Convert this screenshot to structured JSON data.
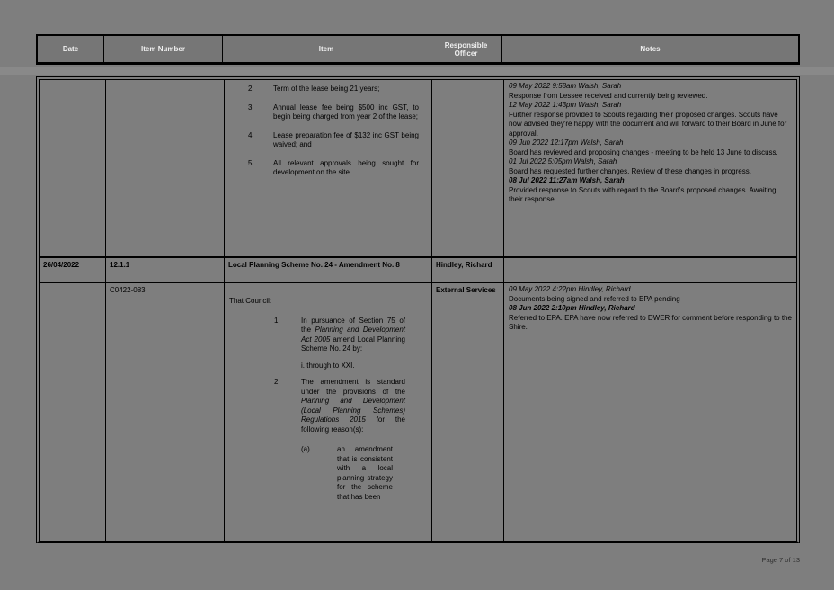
{
  "header": {
    "columns": [
      "Date",
      "Item Number",
      "Item",
      "Responsible Officer",
      "Notes"
    ]
  },
  "row1": {
    "item_points": [
      {
        "num": "2.",
        "text": "Term of the lease being 21 years;"
      },
      {
        "num": "3.",
        "text": "Annual lease fee being $500 inc GST, to begin being charged from year 2 of the lease;"
      },
      {
        "num": "4.",
        "text": "Lease preparation fee of $132 inc GST being waived; and"
      },
      {
        "num": "5.",
        "text": "All relevant approvals being sought for development on the site."
      }
    ],
    "notes": [
      {
        "ts": "09 May 2022 9:58am Walsh, Sarah",
        "text": "Response from Lessee received and currently being reviewed."
      },
      {
        "ts": "12 May 2022 1:43pm Walsh, Sarah",
        "text": "Further response provided to Scouts regarding their proposed changes. Scouts have now advised they're happy with the document and will forward to their Board in June for approval."
      },
      {
        "ts": "09 Jun 2022 12:17pm Walsh, Sarah",
        "text": "Board has reviewed and proposing changes - meeting to be held 13 June to discuss."
      },
      {
        "ts": "01 Jul 2022 5:05pm Walsh, Sarah",
        "text": "Board has requested further changes. Review of these changes in progress."
      },
      {
        "ts": "08 Jul 2022 11:27am Walsh, Sarah",
        "text": "Provided response to Scouts with regard to the Board's proposed changes. Awaiting their response."
      }
    ]
  },
  "row2": {
    "date": "26/04/2022",
    "item_number": "12.1.1",
    "title": "Local Planning Scheme No. 24 - Amendment No. 8",
    "officer": "Hindley, Richard"
  },
  "row3": {
    "item_number": "C0422-083",
    "intro": "That Council:",
    "point1": {
      "num": "1.",
      "pre": "In pursuance of Section 75 of the ",
      "em": "Planning and Development Act 2005",
      "post": " amend Local Planning Scheme No. 24 by:"
    },
    "sub1": "i. through to XXI.",
    "point2": {
      "num": "2.",
      "pre": "The amendment is standard under the provisions of the ",
      "em": "Planning and Development (Local Planning Schemes) Regulations 2015",
      "post": " for the following reason(s):"
    },
    "sub2": {
      "num": "(a)",
      "text": "an amendment that is consistent with a local planning strategy for the scheme that has been"
    },
    "officer": "External Services",
    "notes": [
      {
        "ts": "09 May 2022 4:22pm Hindley, Richard",
        "text": "Documents being signed and referred to EPA pending"
      },
      {
        "ts": "08 Jun 2022 2:10pm Hindley, Richard",
        "text": "Referred to EPA. EPA have now referred to DWER for comment before responding to the Shire."
      }
    ]
  },
  "footer": {
    "page_label": "Page 7 of 13"
  }
}
